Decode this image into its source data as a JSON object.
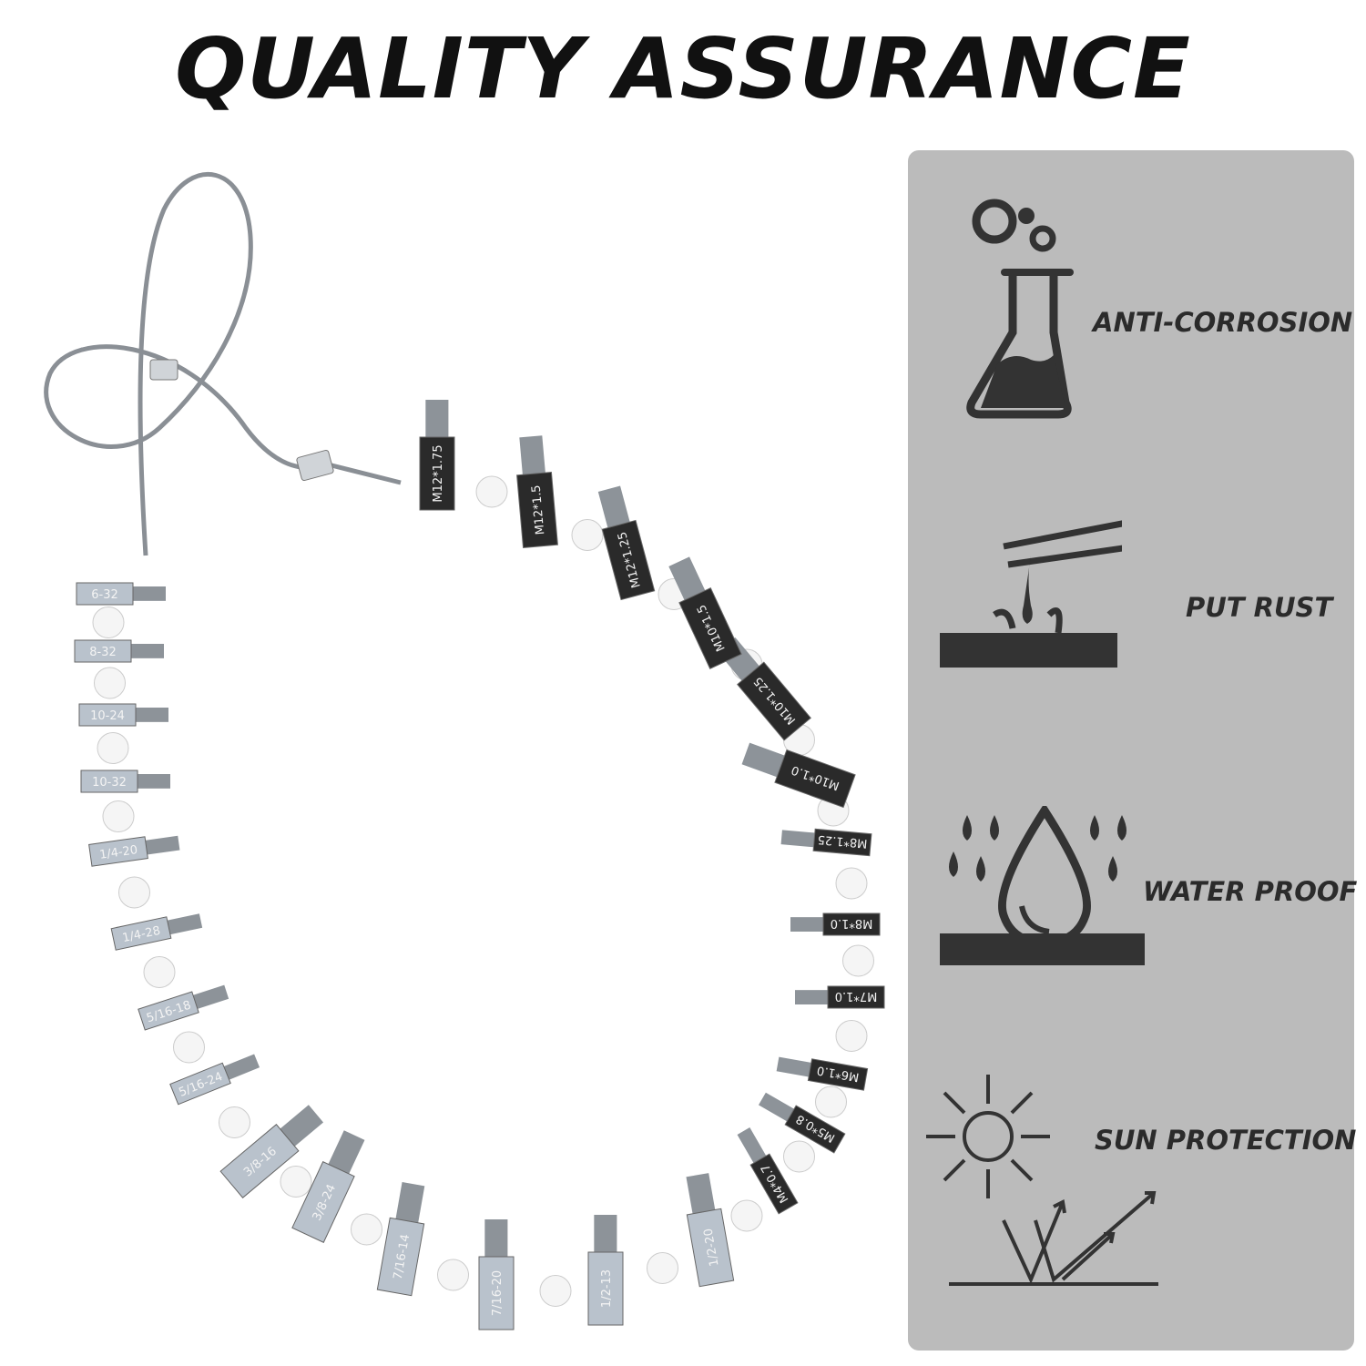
{
  "title": "QUALITY ASSURANCE",
  "features": [
    {
      "label": "ANTI-CORROSION",
      "icon": "flask-icon"
    },
    {
      "label": "PUT RUST",
      "icon": "test-tube-pour-icon"
    },
    {
      "label": "WATER PROOF",
      "icon": "water-drop-icon"
    },
    {
      "label": "SUN PROTECTION",
      "icon": "sun-reflection-icon"
    }
  ],
  "gauges": [
    "6-32",
    "8-32",
    "10-24",
    "10-32",
    "1/4-20",
    "1/4-28",
    "5/16-18",
    "5/16-24",
    "3/8-16",
    "3/8-24",
    "7/16-14",
    "7/16-20",
    "1/2-13",
    "1/2-20",
    "M4*0.7",
    "M5*0.8",
    "M6*1.0",
    "M7*1.0",
    "M8*1.0",
    "M8*1.25",
    "M10*1.0",
    "M10*1.25",
    "M10*1.5",
    "M12*1.25",
    "M12*1.5",
    "M12*1.75"
  ],
  "colors": {
    "panel": "#bbbbbb",
    "icon": "#333333",
    "title": "#111111",
    "sae_gauge": "#b9c2cc",
    "metric_gauge": "#2a2a2a"
  }
}
